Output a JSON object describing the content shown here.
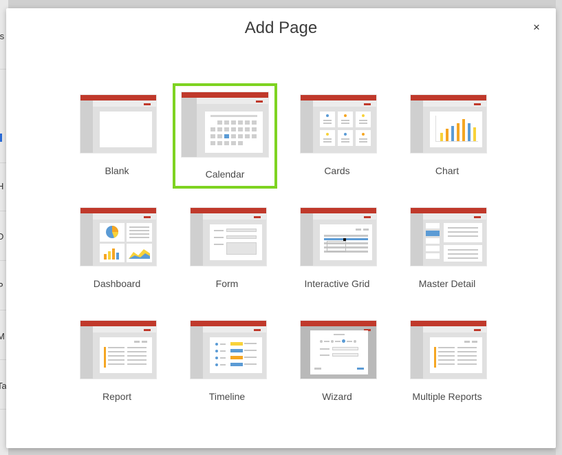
{
  "dialog": {
    "title": "Add Page",
    "close_label": "×"
  },
  "background": {
    "rows": [
      "ts",
      "H",
      "D",
      "P",
      "M",
      "Ta"
    ]
  },
  "tiles": [
    {
      "label": "Blank",
      "selected": false
    },
    {
      "label": "Calendar",
      "selected": true
    },
    {
      "label": "Cards",
      "selected": false
    },
    {
      "label": "Chart",
      "selected": false
    },
    {
      "label": "Dashboard",
      "selected": false
    },
    {
      "label": "Form",
      "selected": false
    },
    {
      "label": "Interactive Grid",
      "selected": false
    },
    {
      "label": "Master Detail",
      "selected": false
    },
    {
      "label": "Report",
      "selected": false
    },
    {
      "label": "Timeline",
      "selected": false
    },
    {
      "label": "Wizard",
      "selected": false
    },
    {
      "label": "Multiple Reports",
      "selected": false
    }
  ],
  "colors": {
    "header_red": "#c0392b",
    "selection_green": "#7ed321",
    "accent_blue": "#5b9bd5",
    "accent_orange": "#f5a623",
    "accent_yellow": "#f8d23a"
  }
}
